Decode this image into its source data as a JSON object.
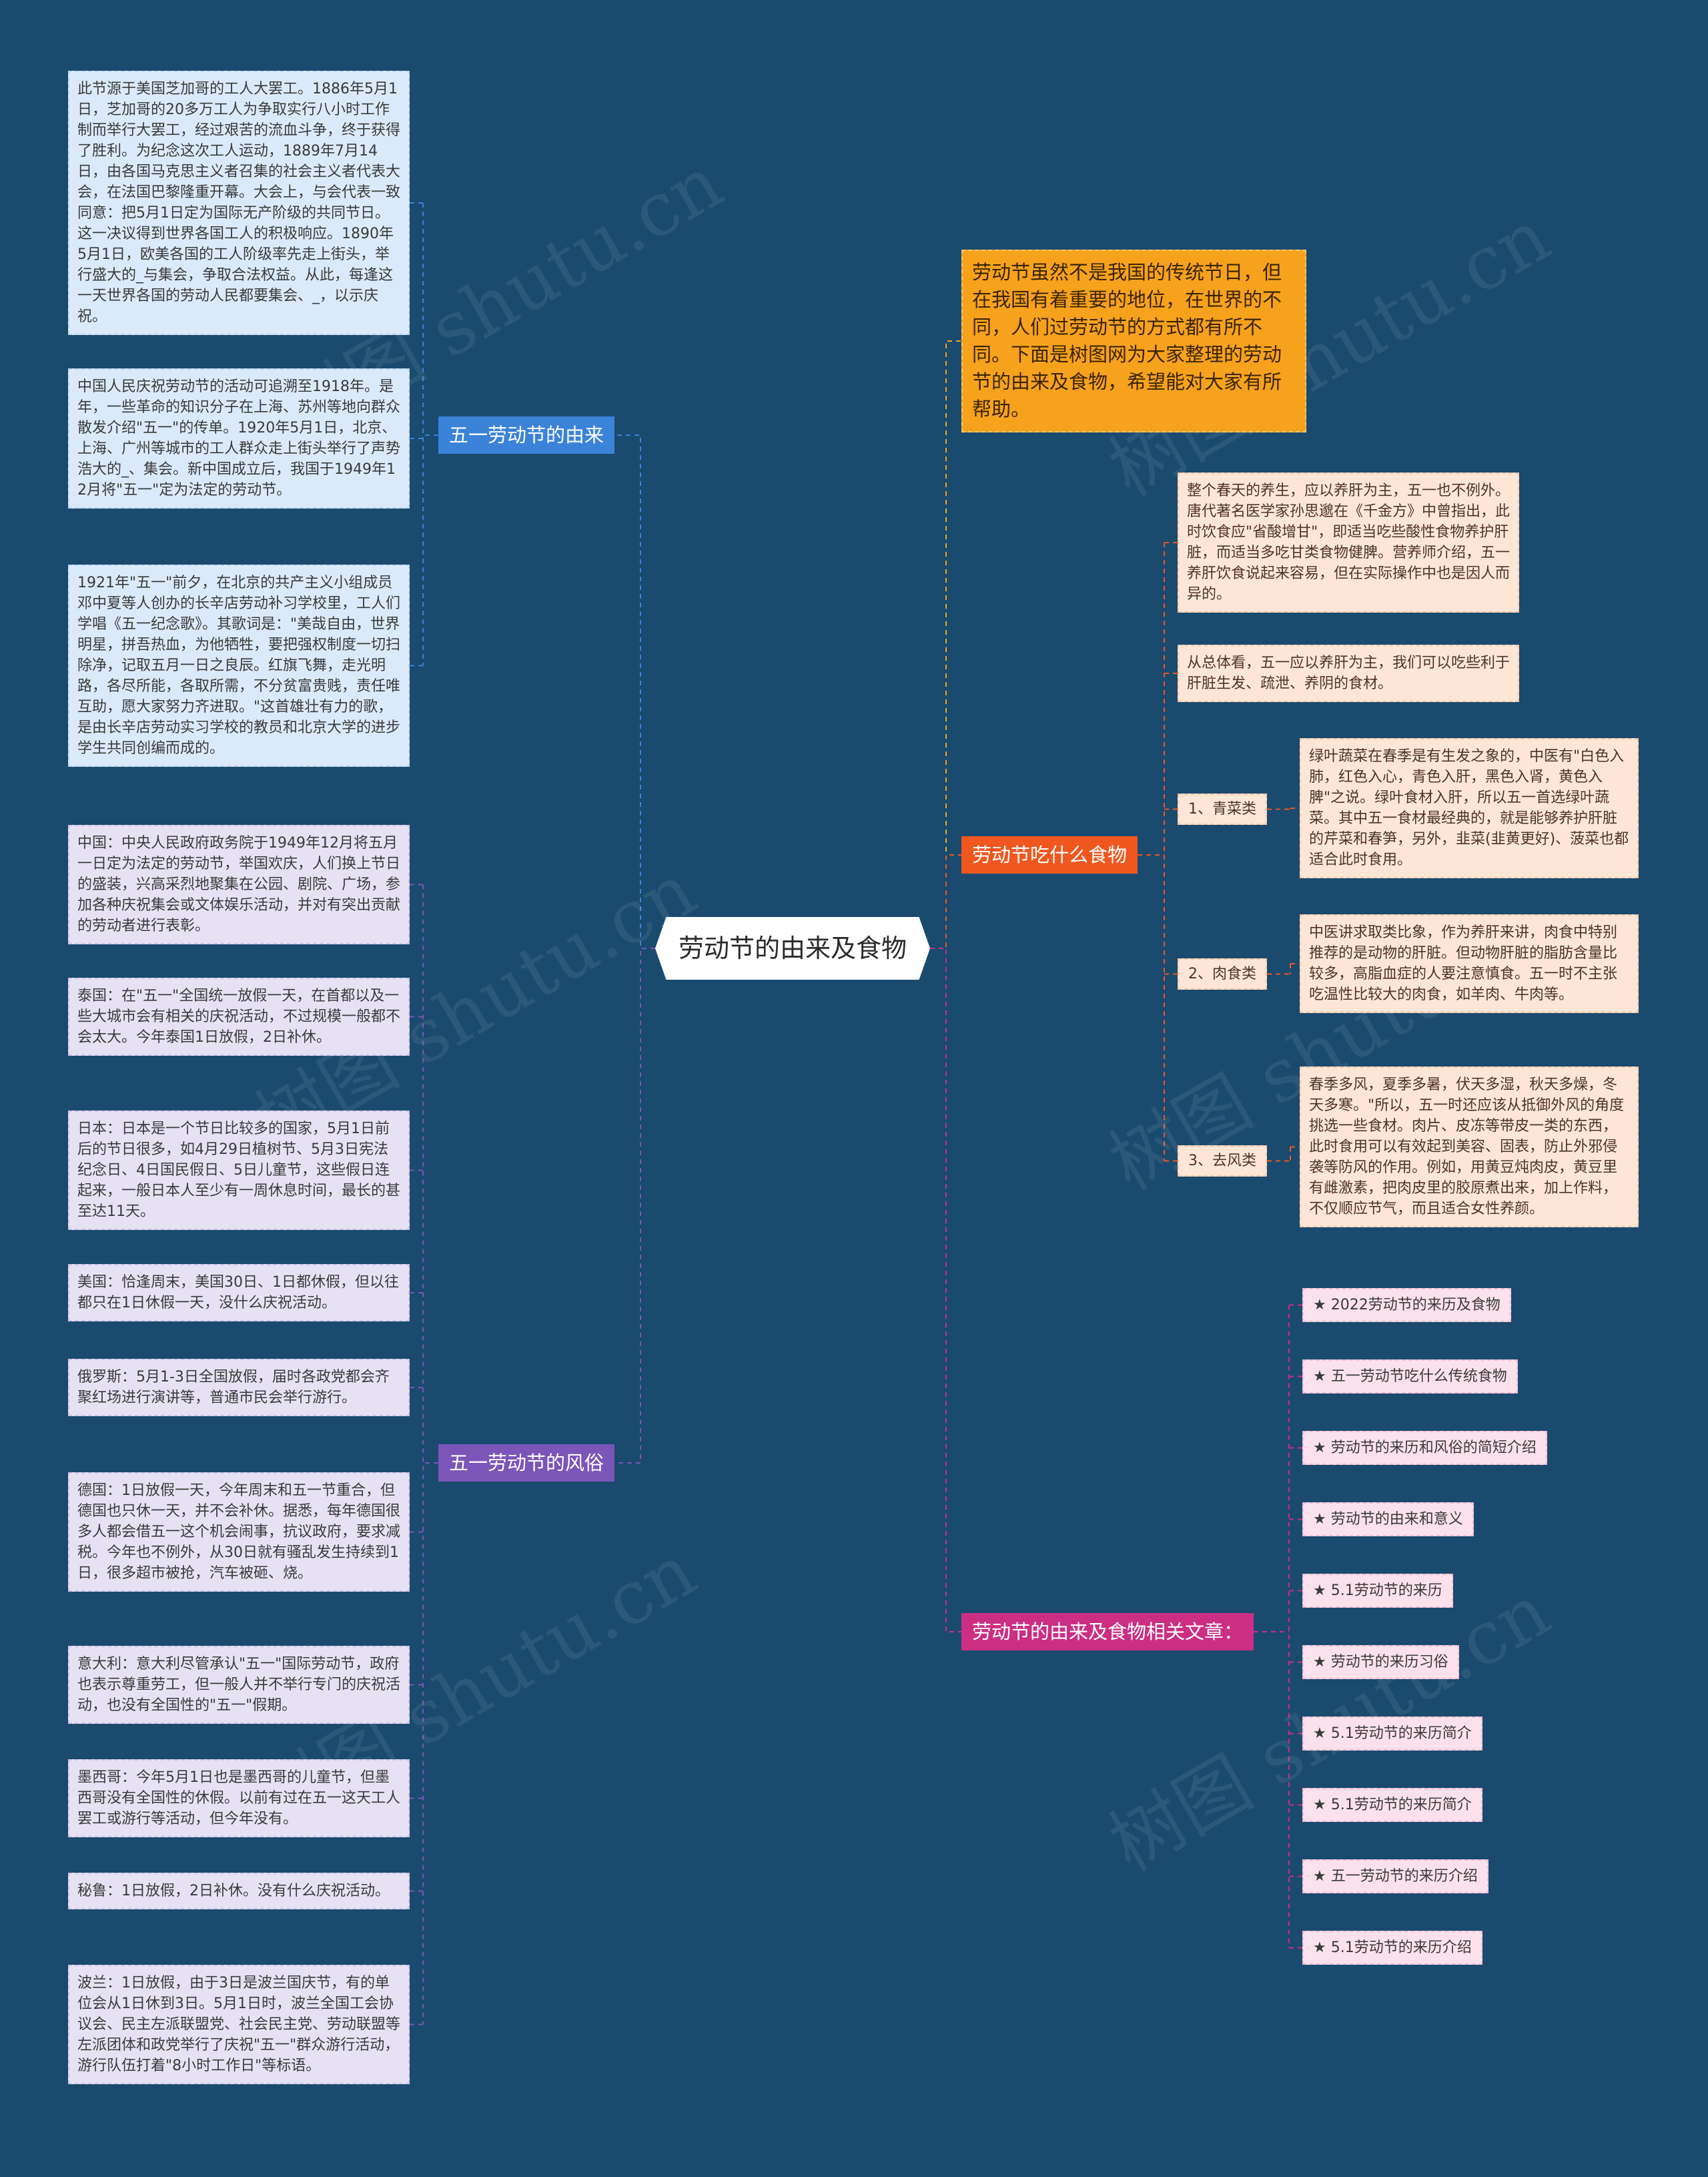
{
  "center": "劳动节的由来及食物",
  "branches": {
    "origin": "五一劳动节的由来",
    "customs": "五一劳动节的风俗",
    "food": "劳动节吃什么食物",
    "articles": "劳动节的由来及食物相关文章："
  },
  "intro": "劳动节虽然不是我国的传统节日，但在我国有着重要的地位，在世界的不同，人们过劳动节的方式都有所不同。下面是树图网为大家整理的劳动节的由来及食物，希望能对大家有所帮助。",
  "origin_leaves": [
    "此节源于美国芝加哥的工人大罢工。1886年5月1日，芝加哥的20多万工人为争取实行八小时工作制而举行大罢工，经过艰苦的流血斗争，终于获得了胜利。为纪念这次工人运动，1889年7月14日，由各国马克思主义者召集的社会主义者代表大会，在法国巴黎隆重开幕。大会上，与会代表一致同意：把5月1日定为国际无产阶级的共同节日。这一决议得到世界各国工人的积极响应。1890年5月1日，欧美各国的工人阶级率先走上街头，举行盛大的_与集会，争取合法权益。从此，每逢这一天世界各国的劳动人民都要集会、_，以示庆祝。",
    "中国人民庆祝劳动节的活动可追溯至1918年。是年，一些革命的知识分子在上海、苏州等地向群众散发介绍\"五一\"的传单。1920年5月1日，北京、上海、广州等城市的工人群众走上街头举行了声势浩大的_、集会。新中国成立后，我国于1949年12月将\"五一\"定为法定的劳动节。",
    "1921年\"五一\"前夕，在北京的共产主义小组成员邓中夏等人创办的长辛店劳动补习学校里，工人们学唱《五一纪念歌》。其歌词是：\"美哉自由，世界明星，拼吾热血，为他牺牲，要把强权制度一切扫除净，记取五月一日之良辰。红旗飞舞，走光明路，各尽所能，各取所需，不分贫富贵贱，责任唯互助，愿大家努力齐进取。\"这首雄壮有力的歌，是由长辛店劳动实习学校的教员和北京大学的进步学生共同创编而成的。"
  ],
  "customs_leaves": [
    "中国：中央人民政府政务院于1949年12月将五月一日定为法定的劳动节，举国欢庆，人们换上节日的盛装，兴高采烈地聚集在公园、剧院、广场，参加各种庆祝集会或文体娱乐活动，并对有突出贡献的劳动者进行表彰。",
    "泰国：在\"五一\"全国统一放假一天，在首都以及一些大城市会有相关的庆祝活动，不过规模一般都不会太大。今年泰国1日放假，2日补休。",
    "日本：日本是一个节日比较多的国家，5月1日前后的节日很多，如4月29日植树节、5月3日宪法纪念日、4日国民假日、5日儿童节，这些假日连起来，一般日本人至少有一周休息时间，最长的甚至达11天。",
    "美国：恰逢周末，美国30日、1日都休假，但以往都只在1日休假一天，没什么庆祝活动。",
    "俄罗斯：5月1-3日全国放假，届时各政党都会齐聚红场进行演讲等，普通市民会举行游行。",
    "德国：1日放假一天，今年周末和五一节重合，但德国也只休一天，并不会补休。据悉，每年德国很多人都会借五一这个机会闹事，抗议政府，要求减税。今年也不例外，从30日就有骚乱发生持续到1日，很多超市被抢，汽车被砸、烧。",
    "意大利：意大利尽管承认\"五一\"国际劳动节，政府也表示尊重劳工，但一般人并不举行专门的庆祝活动，也没有全国性的\"五一\"假期。",
    "墨西哥：今年5月1日也是墨西哥的儿童节，但墨西哥没有全国性的休假。以前有过在五一这天工人罢工或游行等活动，但今年没有。",
    "秘鲁：1日放假，2日补休。没有什么庆祝活动。",
    "波兰：1日放假，由于3日是波兰国庆节，有的单位会从1日休到3日。5月1日时，波兰全国工会协议会、民主左派联盟党、社会民主党、劳动联盟等左派团体和政党举行了庆祝\"五一\"群众游行活动，游行队伍打着\"8小时工作日\"等标语。"
  ],
  "food_leaves": [
    "整个春天的养生，应以养肝为主，五一也不例外。唐代著名医学家孙思邈在《千金方》中曾指出，此时饮食应\"省酸增甘\"，即适当吃些酸性食物养护肝脏，而适当多吃甘类食物健脾。营养师介绍，五一养肝饮食说起来容易，但在实际操作中也是因人而异的。",
    "从总体看，五一应以养肝为主，我们可以吃些利于肝脏生发、疏泄、养阴的食材。"
  ],
  "food_subs": [
    {
      "label": "1、青菜类",
      "text": "绿叶蔬菜在春季是有生发之象的，中医有\"白色入肺，红色入心，青色入肝，黑色入肾，黄色入脾\"之说。绿叶食材入肝，所以五一首选绿叶蔬菜。其中五一食材最经典的，就是能够养护肝脏的芹菜和春笋，另外，韭菜(韭黄更好)、菠菜也都适合此时食用。"
    },
    {
      "label": "2、肉食类",
      "text": "中医讲求取类比象，作为养肝来讲，肉食中特别推荐的是动物的肝脏。但动物肝脏的脂肪含量比较多，高脂血症的人要注意慎食。五一时不主张吃温性比较大的肉食，如羊肉、牛肉等。"
    },
    {
      "label": "3、去风类",
      "text": "春季多风，夏季多暑，伏天多湿，秋天多燥，冬天多寒。\"所以，五一时还应该从抵御外风的角度挑选一些食材。肉片、皮冻等带皮一类的东西，此时食用可以有效起到美容、固表，防止外邪侵袭等防风的作用。例如，用黄豆炖肉皮，黄豆里有雌激素，把肉皮里的胶原煮出来，加上作料，不仅顺应节气，而且适合女性养颜。"
    }
  ],
  "articles": [
    "★ 2022劳动节的来历及食物",
    "★ 五一劳动节吃什么传统食物",
    "★ 劳动节的来历和风俗的简短介绍",
    "★ 劳动节的由来和意义",
    "★ 5.1劳动节的来历",
    "★ 劳动节的来历习俗",
    "★ 5.1劳动节的来历简介",
    "★ 5.1劳动节的来历简介",
    "★ 五一劳动节的来历介绍",
    "★ 5.1劳动节的来历介绍"
  ],
  "watermark": "树图 shutu.cn",
  "colors": {
    "background": "#1a4a6e",
    "origin": "#3b82d9",
    "customs": "#7b55b8",
    "food": "#f0571f",
    "articles": "#cc2e83",
    "intro": "#f7a21c"
  }
}
